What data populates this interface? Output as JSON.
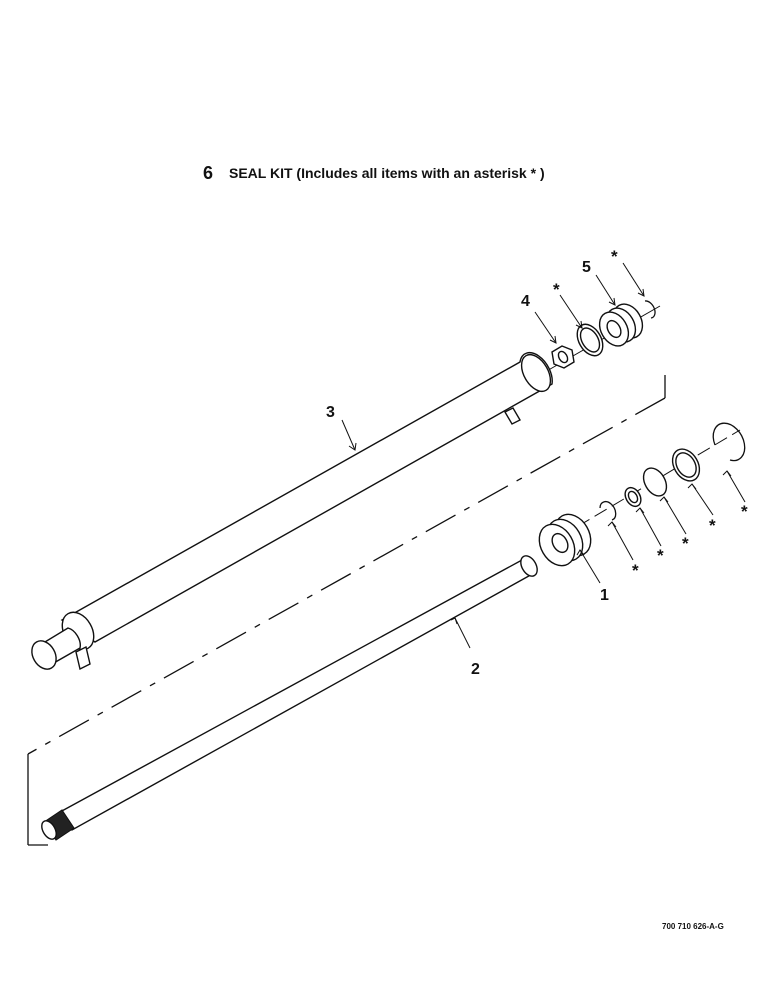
{
  "title": {
    "number": "6",
    "text": "SEAL KIT (Includes all items with an asterisk * )"
  },
  "callouts": {
    "part1": "1",
    "part2": "2",
    "part3": "3",
    "part4": "4",
    "part5": "5"
  },
  "asterisk": "*",
  "drawing_code": "700 710 626-A-G"
}
